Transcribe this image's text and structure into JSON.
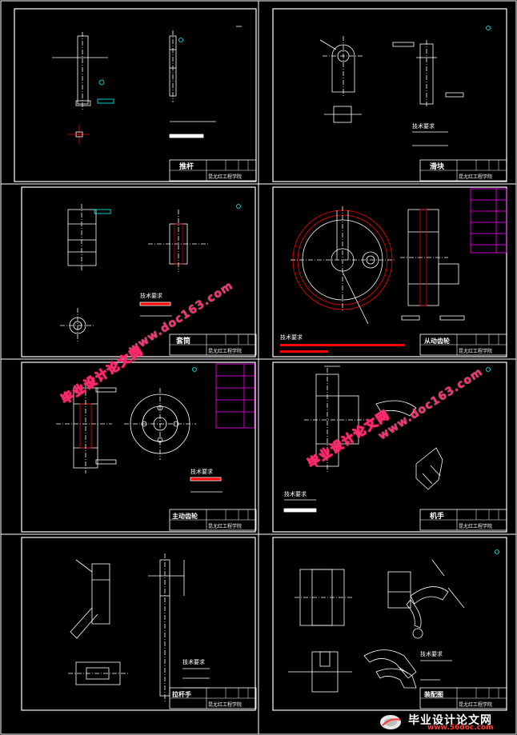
{
  "title_blocks": [
    {
      "part_name": "推杆",
      "school": "昆尤红工程学院"
    },
    {
      "part_name": "滑块",
      "school": "昆尤红工程学院"
    },
    {
      "part_name": "套筒",
      "school": "昆尤红工程学院"
    },
    {
      "part_name": "从动齿轮",
      "school": "昆尤红工程学院"
    },
    {
      "part_name": "主动齿轮",
      "school": "昆尤红工程学院"
    },
    {
      "part_name": "机手",
      "school": "昆尤红工程学院"
    },
    {
      "part_name": "拉杆手",
      "school": "昆尤红工程学院"
    },
    {
      "part_name": "装配图",
      "school": "昆尤红工程学院"
    }
  ],
  "notes_heading": "技术要求",
  "watermarks": {
    "cn": "毕业设计论文网",
    "url": "www.doc163.com"
  },
  "banner": {
    "title": "毕业设计论文网",
    "url": "www.56doc.com"
  },
  "colors": {
    "background": "#000000",
    "line": "#ffffff",
    "frame": "#ffffff",
    "cyan_annotation": "#00ffff",
    "red_highlight": "#ff0000",
    "magenta_table": "#ff00ff",
    "watermark": "#ff2a6e"
  }
}
